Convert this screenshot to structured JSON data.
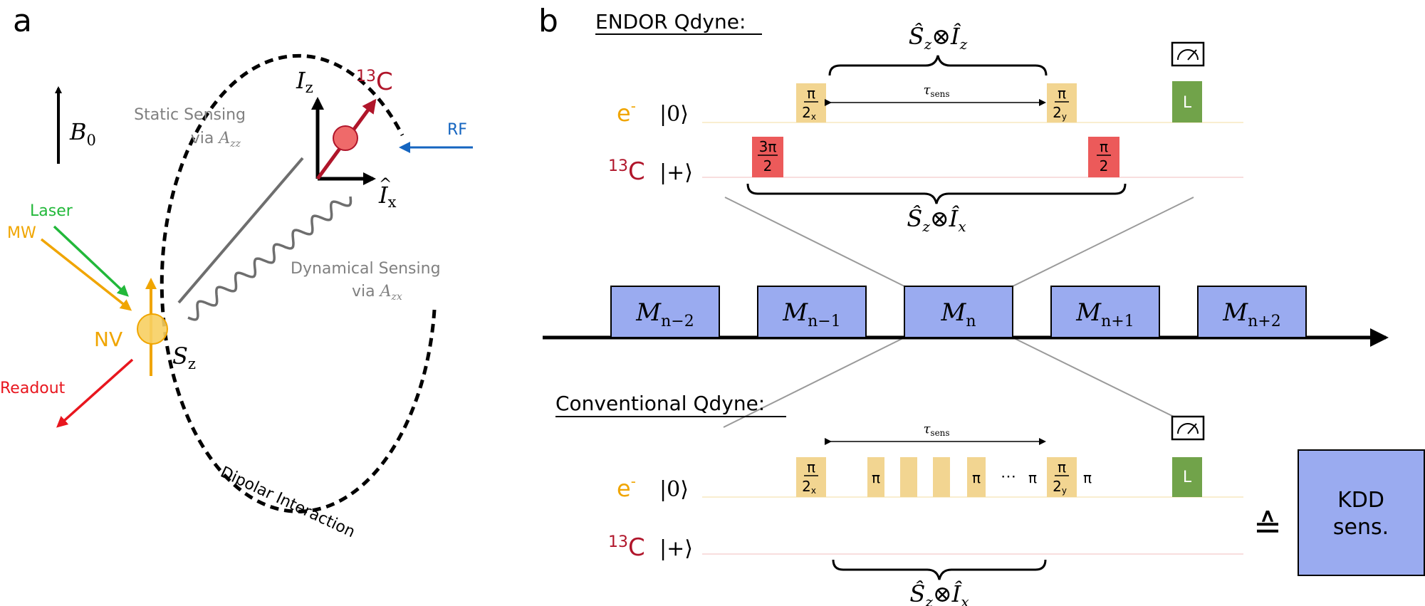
{
  "panel_a": {
    "label": "a",
    "b0": {
      "sym": "B",
      "sub": "0"
    },
    "iz": {
      "sym": "I",
      "sub": "z"
    },
    "ix": {
      "sym": "I",
      "sub": "x"
    },
    "c13": {
      "sup": "13",
      "text": "C"
    },
    "rf": "RF",
    "static": {
      "line1": "Static Sensing",
      "line2": "via ",
      "sym": "A",
      "sub": "zz"
    },
    "dynamic": {
      "line1": "Dynamical Sensing",
      "line2": "via ",
      "sym": "A",
      "sub": "zx"
    },
    "laser": "Laser",
    "mw": "MW",
    "nv": "NV",
    "readout": "Readout",
    "sz": {
      "sym": "S",
      "sub": "z"
    },
    "dipolar": "Dipolar Interaction"
  },
  "panel_b": {
    "label": "b",
    "endor_title": "ENDOR Qdyne:",
    "conv_title": "Conventional Qdyne:",
    "brace_top": {
      "a": "Ŝ",
      "as": "z",
      "op": "⊗",
      "b": "Î",
      "bs": "z"
    },
    "brace_mid": {
      "a": "Ŝ",
      "as": "z",
      "op": "⊗",
      "b": "Î",
      "bs": "x"
    },
    "brace_bot": {
      "a": "Ŝ",
      "as": "z",
      "op": "⊗",
      "b": "Î",
      "bs": "x"
    },
    "tau": {
      "sym": "τ",
      "sub": "sens"
    },
    "e_label": {
      "e": "e",
      "sup": "-",
      "ket": "|0⟩"
    },
    "c_label": {
      "sup": "13",
      "text": "C",
      "ket": "|+⟩"
    },
    "endor_pulses": {
      "e1": {
        "num": "π",
        "den": "2",
        "sub": "x"
      },
      "e2": {
        "num": "π",
        "den": "2",
        "sub": "y"
      },
      "c1": {
        "num": "3π",
        "den": "2"
      },
      "c2": {
        "num": "π",
        "den": "2"
      },
      "readout": "L"
    },
    "blocks": [
      {
        "sym": "M",
        "sub": "n−2"
      },
      {
        "sym": "M",
        "sub": "n−1"
      },
      {
        "sym": "M",
        "sub": "n"
      },
      {
        "sym": "M",
        "sub": "n+1"
      },
      {
        "sym": "M",
        "sub": "n+2"
      }
    ],
    "conv_pulses": {
      "first": {
        "num": "π",
        "den": "2",
        "sub": "x"
      },
      "pi": "π",
      "dots": "⋯",
      "last": {
        "num": "π",
        "den": "2",
        "sub": "y"
      },
      "readout": "L"
    },
    "equiv": "≙",
    "kdd": {
      "line1": "KDD",
      "line2": "sens."
    }
  },
  "colors": {
    "orange": "#f0a500",
    "pulse_yellow": "#f2d591",
    "red_pulse": "#ec5a5a",
    "carbon_red": "#b0152a",
    "blue_block": "#9aabf0",
    "green": "#71a34a",
    "rf_blue": "#1565c0",
    "laser_green": "#22b83a",
    "readout_red": "#e8161e",
    "gray": "#808080"
  }
}
